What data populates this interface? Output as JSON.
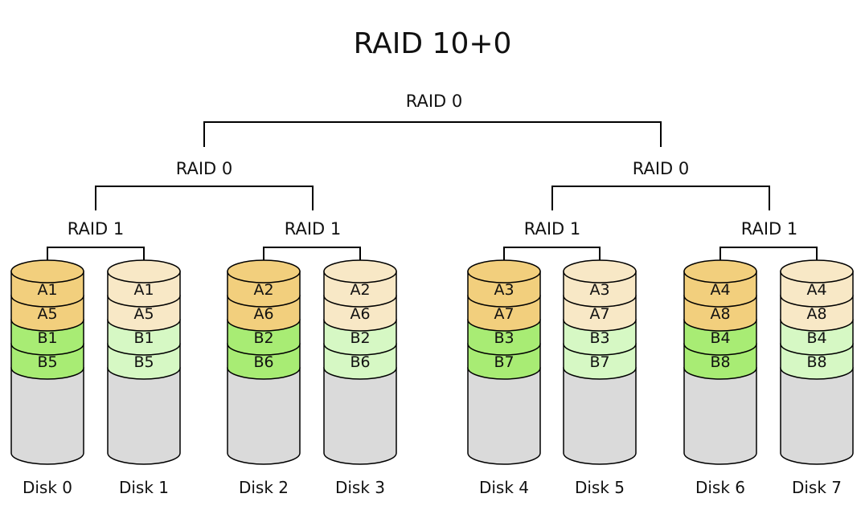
{
  "title": "RAID 10+0",
  "colors": {
    "stripe_primary": "#f2cf7d",
    "stripe_mirror": "#f8e8c6",
    "stripe_b_primary": "#a8ec74",
    "stripe_b_mirror": "#d6f8c4",
    "disk_body": "#dadada",
    "outline": "#000000"
  },
  "top": {
    "label": "RAID 0"
  },
  "groups": [
    {
      "label": "RAID 0",
      "mirrors": [
        {
          "label": "RAID 1",
          "disks": [
            {
              "name": "Disk 0",
              "blocks": [
                "A1",
                "A5",
                "B1",
                "B5"
              ],
              "role": "primary"
            },
            {
              "name": "Disk 1",
              "blocks": [
                "A1",
                "A5",
                "B1",
                "B5"
              ],
              "role": "mirror"
            }
          ]
        },
        {
          "label": "RAID 1",
          "disks": [
            {
              "name": "Disk 2",
              "blocks": [
                "A2",
                "A6",
                "B2",
                "B6"
              ],
              "role": "primary"
            },
            {
              "name": "Disk 3",
              "blocks": [
                "A2",
                "A6",
                "B2",
                "B6"
              ],
              "role": "mirror"
            }
          ]
        }
      ]
    },
    {
      "label": "RAID 0",
      "mirrors": [
        {
          "label": "RAID 1",
          "disks": [
            {
              "name": "Disk 4",
              "blocks": [
                "A3",
                "A7",
                "B3",
                "B7"
              ],
              "role": "primary"
            },
            {
              "name": "Disk 5",
              "blocks": [
                "A3",
                "A7",
                "B3",
                "B7"
              ],
              "role": "mirror"
            }
          ]
        },
        {
          "label": "RAID 1",
          "disks": [
            {
              "name": "Disk 6",
              "blocks": [
                "A4",
                "A8",
                "B4",
                "B8"
              ],
              "role": "primary"
            },
            {
              "name": "Disk 7",
              "blocks": [
                "A4",
                "A8",
                "B4",
                "B8"
              ],
              "role": "mirror"
            }
          ]
        }
      ]
    }
  ]
}
